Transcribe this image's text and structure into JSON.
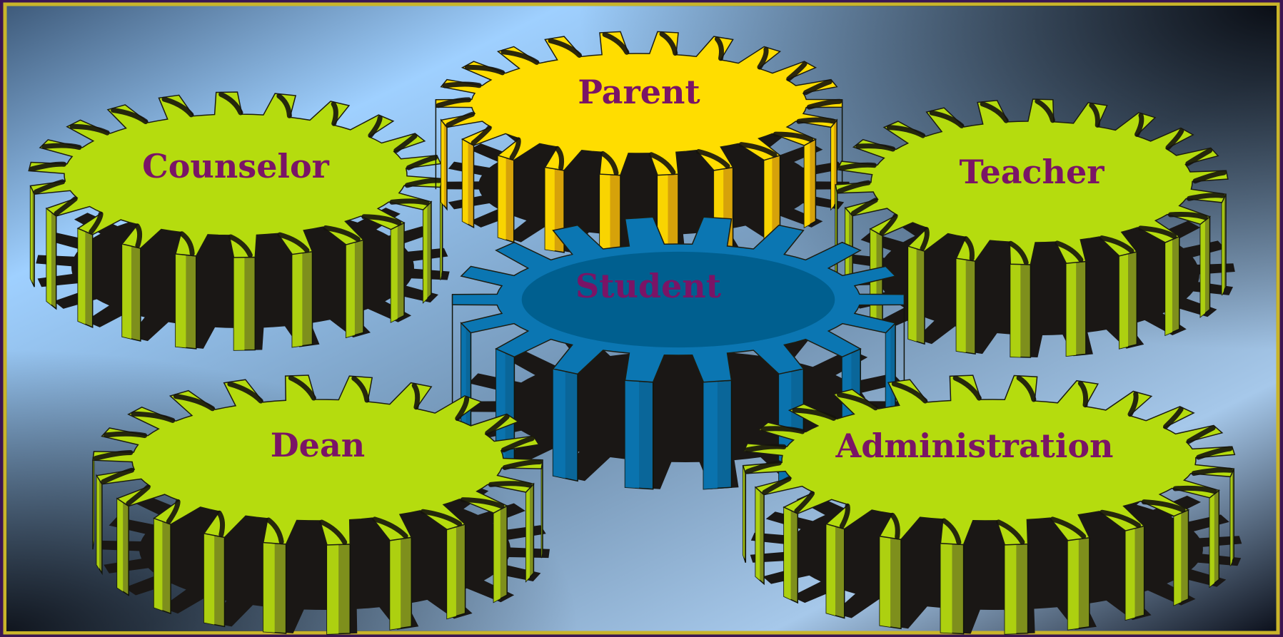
{
  "colors": {
    "frame_outer": "#3b1552",
    "frame_border": "#c9b52a",
    "bg_light": "#9fd0ff",
    "bg_mid": "#5f7f9e",
    "bg_dark": "#0b0f1a",
    "gear_green_top": "#b5dc0e",
    "gear_green_side": "#7e8f1c",
    "gear_yellow_top": "#ffdd00",
    "gear_yellow_side": "#d6a20a",
    "gear_blue_top": "#0b76b2",
    "gear_blue_face": "#005f8f",
    "gear_blue_side": "#0a6699",
    "gear_shadow": "#1a1715",
    "label_color": "#7a1466"
  },
  "diagram": {
    "center_node": {
      "label": "Student",
      "color": "blue"
    },
    "nodes": [
      {
        "label": "Counselor",
        "color": "green"
      },
      {
        "label": "Parent",
        "color": "yellow"
      },
      {
        "label": "Teacher",
        "color": "green"
      },
      {
        "label": "Dean",
        "color": "green"
      },
      {
        "label": "Administration",
        "color": "green"
      }
    ]
  }
}
